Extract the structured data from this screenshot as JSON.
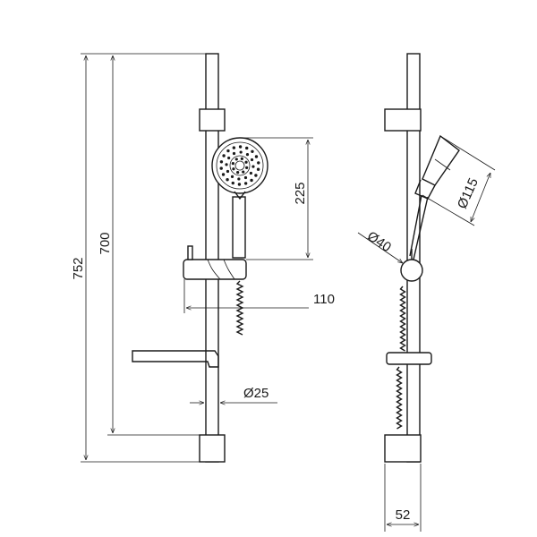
{
  "colors": {
    "line": "#1a1a1a",
    "background": "#ffffff"
  },
  "dimensions": {
    "overall_height": "752",
    "rail_length": "700",
    "head_height": "225",
    "arm_reach": "110",
    "rail_diameter": "Ø25",
    "head_diameter": "Ø115",
    "knob_diameter": "Ø40",
    "depth": "52"
  }
}
